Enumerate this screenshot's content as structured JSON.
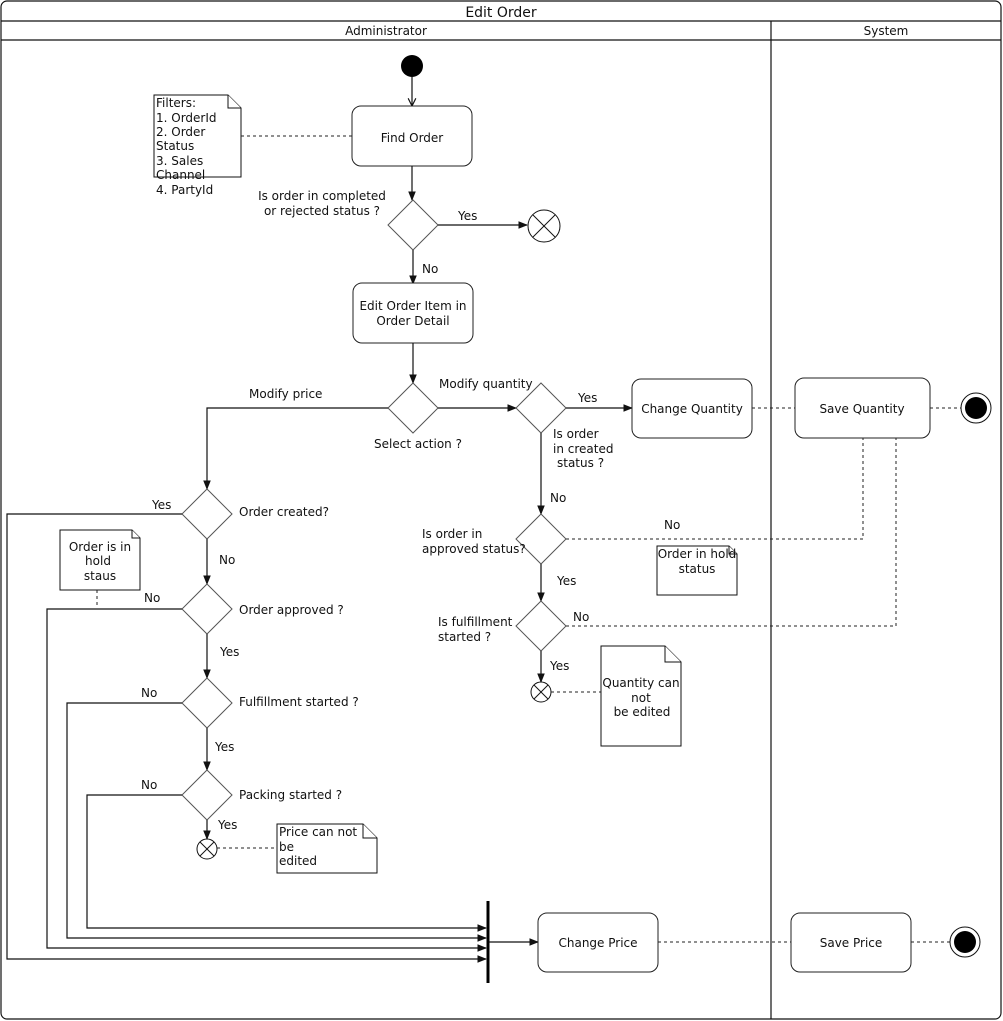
{
  "diagram": {
    "title": "Edit Order",
    "lanes": [
      {
        "name": "Administrator"
      },
      {
        "name": "System"
      }
    ],
    "actions": {
      "find_order": "Find Order",
      "edit_order_item": [
        "Edit Order Item in",
        "Order Detail"
      ],
      "change_quantity": "Change Quantity",
      "save_quantity": "Save Quantity",
      "change_price": "Change Price",
      "save_price": "Save Price"
    },
    "decisions": {
      "completed_or_rejected": [
        "Is order in completed",
        "or rejected status ?"
      ],
      "select_action": "Select action ?",
      "created_status_qty": [
        "Is order",
        "in created",
        "status ?"
      ],
      "approved_status_qty": [
        "Is order in",
        "approved status?"
      ],
      "fulfillment_started_qty": [
        "Is fulfillment",
        "started ?"
      ],
      "order_created": "Order created?",
      "order_approved": "Order approved ?",
      "fulfillment_started": "Fulfillment started ?",
      "packing_started": "Packing started ?"
    },
    "edge_labels": {
      "yes": "Yes",
      "no": "No",
      "modify_price": "Modify price",
      "modify_quantity": "Modify quantity"
    },
    "notes": {
      "filters": [
        "Filters:",
        "1. OrderId",
        "2. Order",
        "Status",
        "3. Sales",
        "Channel",
        "4. PartyId"
      ],
      "order_hold_price": [
        "Order is in",
        "hold",
        "staus"
      ],
      "order_hold_qty": [
        "Order in hold",
        "status"
      ],
      "quantity_cannot_edit": [
        "Quantity can",
        "not",
        "be edited"
      ],
      "price_cannot_edit": [
        "Price can not",
        "be",
        "edited"
      ]
    }
  }
}
